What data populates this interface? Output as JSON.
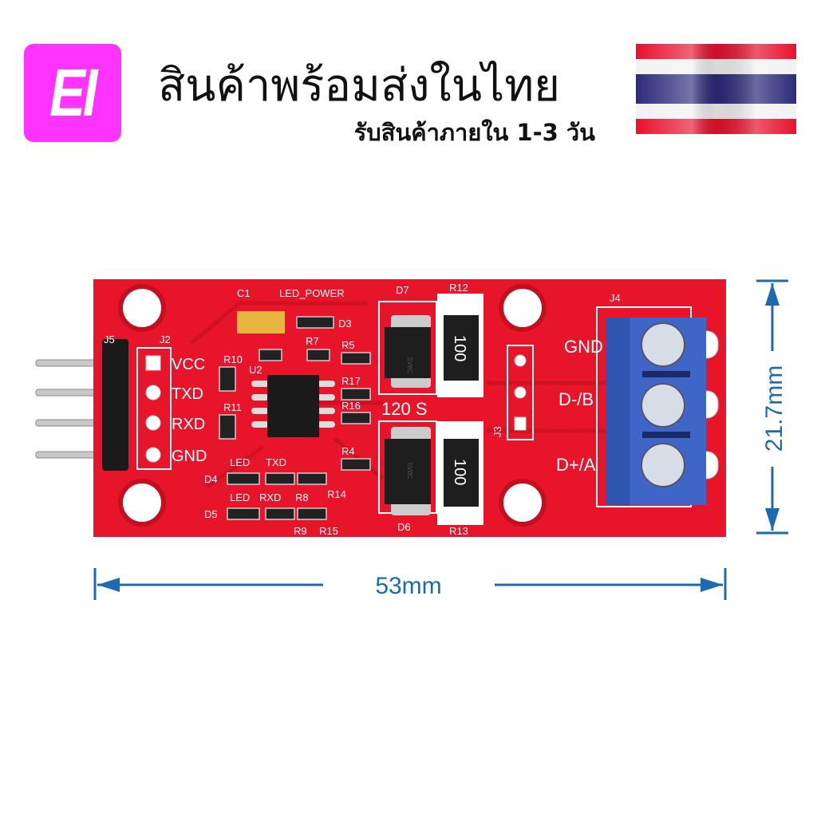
{
  "logo": {
    "text": "EI",
    "color": "#ff33ff"
  },
  "header": {
    "title": "สินค้าพร้อมส่งในไทย",
    "subtitle": "รับสินค้าภายใน 1-3 วัน"
  },
  "flag": {
    "name": "thailand-flag",
    "colors": [
      "#e8112d",
      "#ffffff",
      "#2d2a7a"
    ]
  },
  "board": {
    "color": "#e8152a",
    "labels": {
      "j5": "J5",
      "j2": "J2",
      "vcc": "VCC",
      "txd": "TXD",
      "rxd": "RXD",
      "gnd": "GND",
      "c1": "C1",
      "led_power": "LED_POWER",
      "d3": "D3",
      "r10": "R10",
      "r11": "R11",
      "r7": "R7",
      "r5": "R5",
      "u2": "U2",
      "r17": "R17",
      "r16": "R16",
      "r4": "R4",
      "led_txd_led": "LED",
      "led_txd": "TXD",
      "d4": "D4",
      "led_rxd_led": "LED",
      "led_rxd": "RXD",
      "d5": "D5",
      "r8": "R8",
      "r14": "R14",
      "r9": "R9",
      "r15": "R15",
      "d7": "D7",
      "d6": "D6",
      "r12": "R12",
      "r13": "R13",
      "r12_value": "100",
      "r13_value": "100",
      "res_120": "120 S",
      "j3": "J3",
      "j4": "J4",
      "term_gnd": "GND",
      "term_b": "D-/B",
      "term_a": "D+/A",
      "diode_mark": "5V8C"
    }
  },
  "dimensions": {
    "width": "53mm",
    "height": "21.7mm",
    "color": "#1c6bb0"
  }
}
